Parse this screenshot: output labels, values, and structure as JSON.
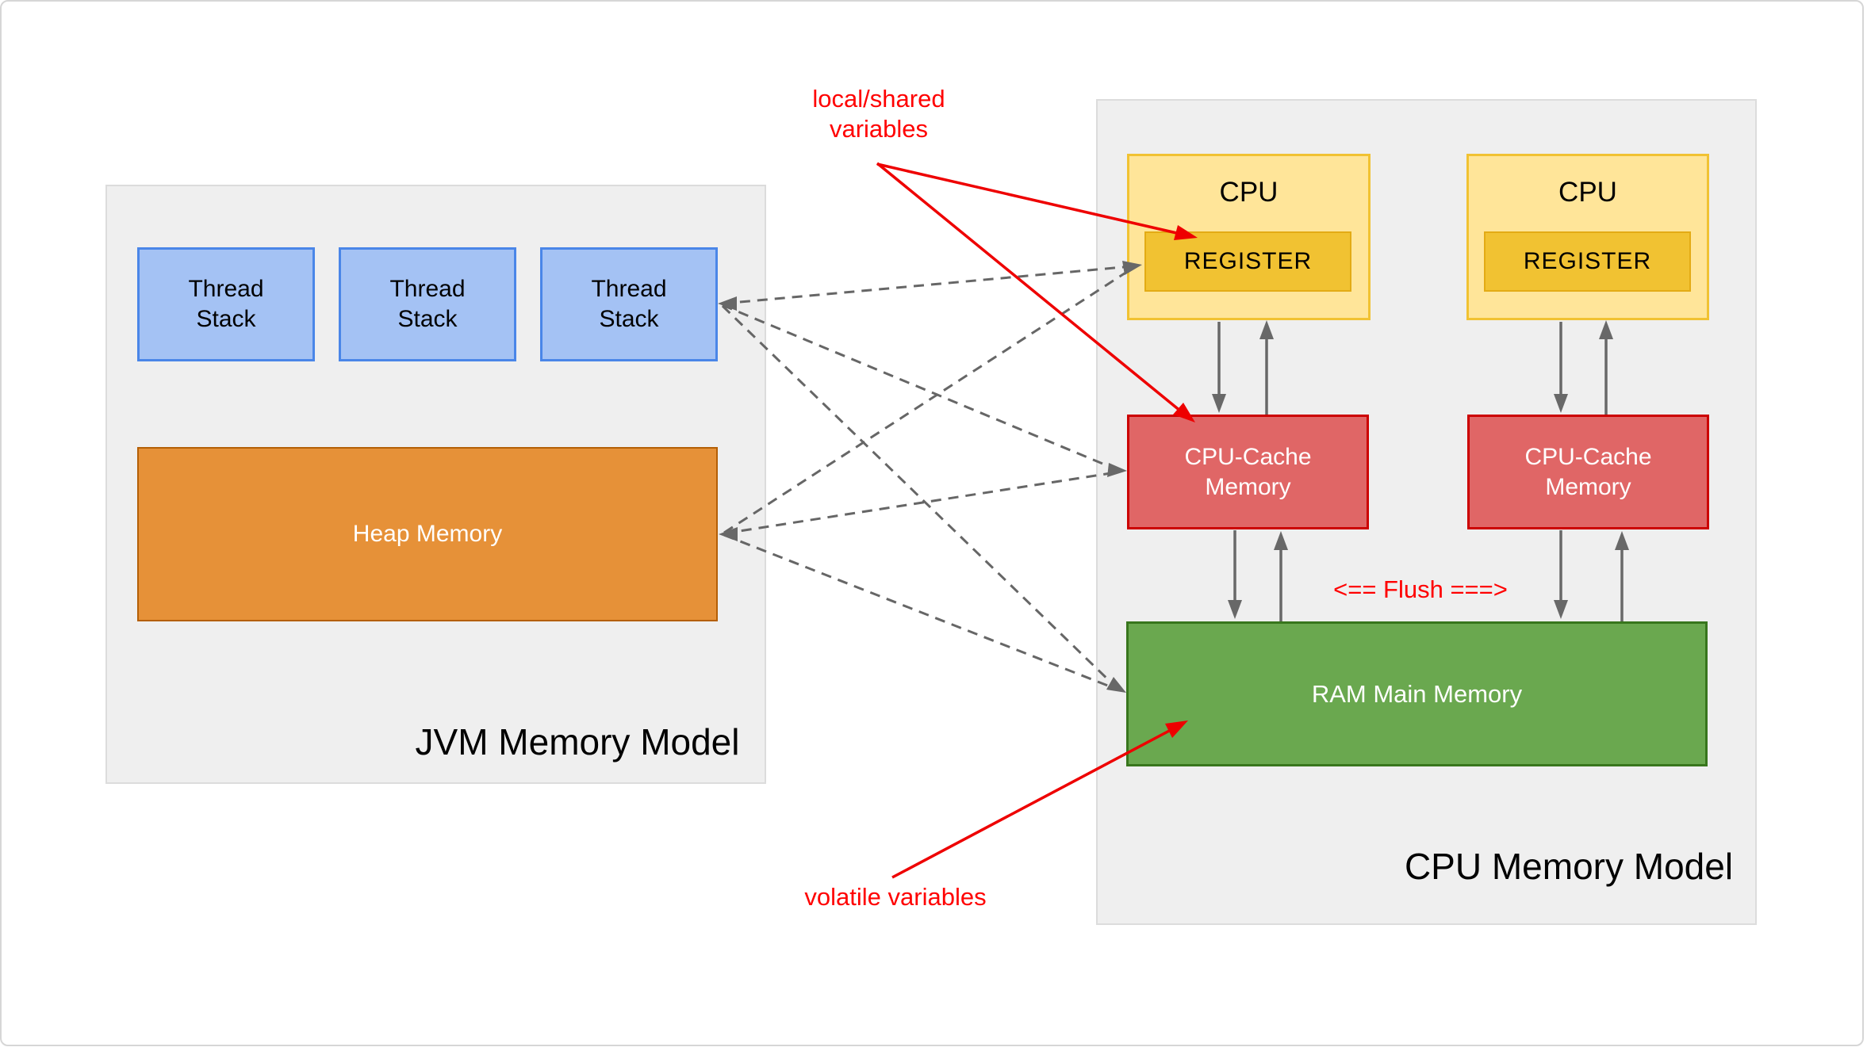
{
  "jvm": {
    "title": "JVM Memory Model",
    "thread_stacks": [
      {
        "line1": "Thread",
        "line2": "Stack"
      },
      {
        "line1": "Thread",
        "line2": "Stack"
      },
      {
        "line1": "Thread",
        "line2": "Stack"
      }
    ],
    "heap_label": "Heap Memory"
  },
  "cpu": {
    "title": "CPU Memory Model",
    "units": [
      {
        "cpu_label": "CPU",
        "register_label": "REGISTER",
        "cache_line1": "CPU-Cache",
        "cache_line2": "Memory"
      },
      {
        "cpu_label": "CPU",
        "register_label": "REGISTER",
        "cache_line1": "CPU-Cache",
        "cache_line2": "Memory"
      }
    ],
    "ram_label": "RAM Main Memory",
    "flush_label": "<== Flush ===>"
  },
  "annotations": {
    "local_shared_line1": "local/shared",
    "local_shared_line2": "variables",
    "volatile_label": "volatile variables"
  },
  "colors": {
    "thread_stack_fill": "#a4c2f4",
    "thread_stack_border": "#4a86e8",
    "heap_fill": "#e69138",
    "heap_border": "#b45f06",
    "cpu_fill": "#ffe599",
    "cpu_border": "#f1c232",
    "register_fill": "#f1c232",
    "cache_fill": "#e06666",
    "cache_border": "#cc0000",
    "ram_fill": "#6aa84f",
    "ram_border": "#38761d",
    "container_fill": "#efefef",
    "annotation_red": "#ff0000",
    "arrow_gray": "#666666"
  }
}
